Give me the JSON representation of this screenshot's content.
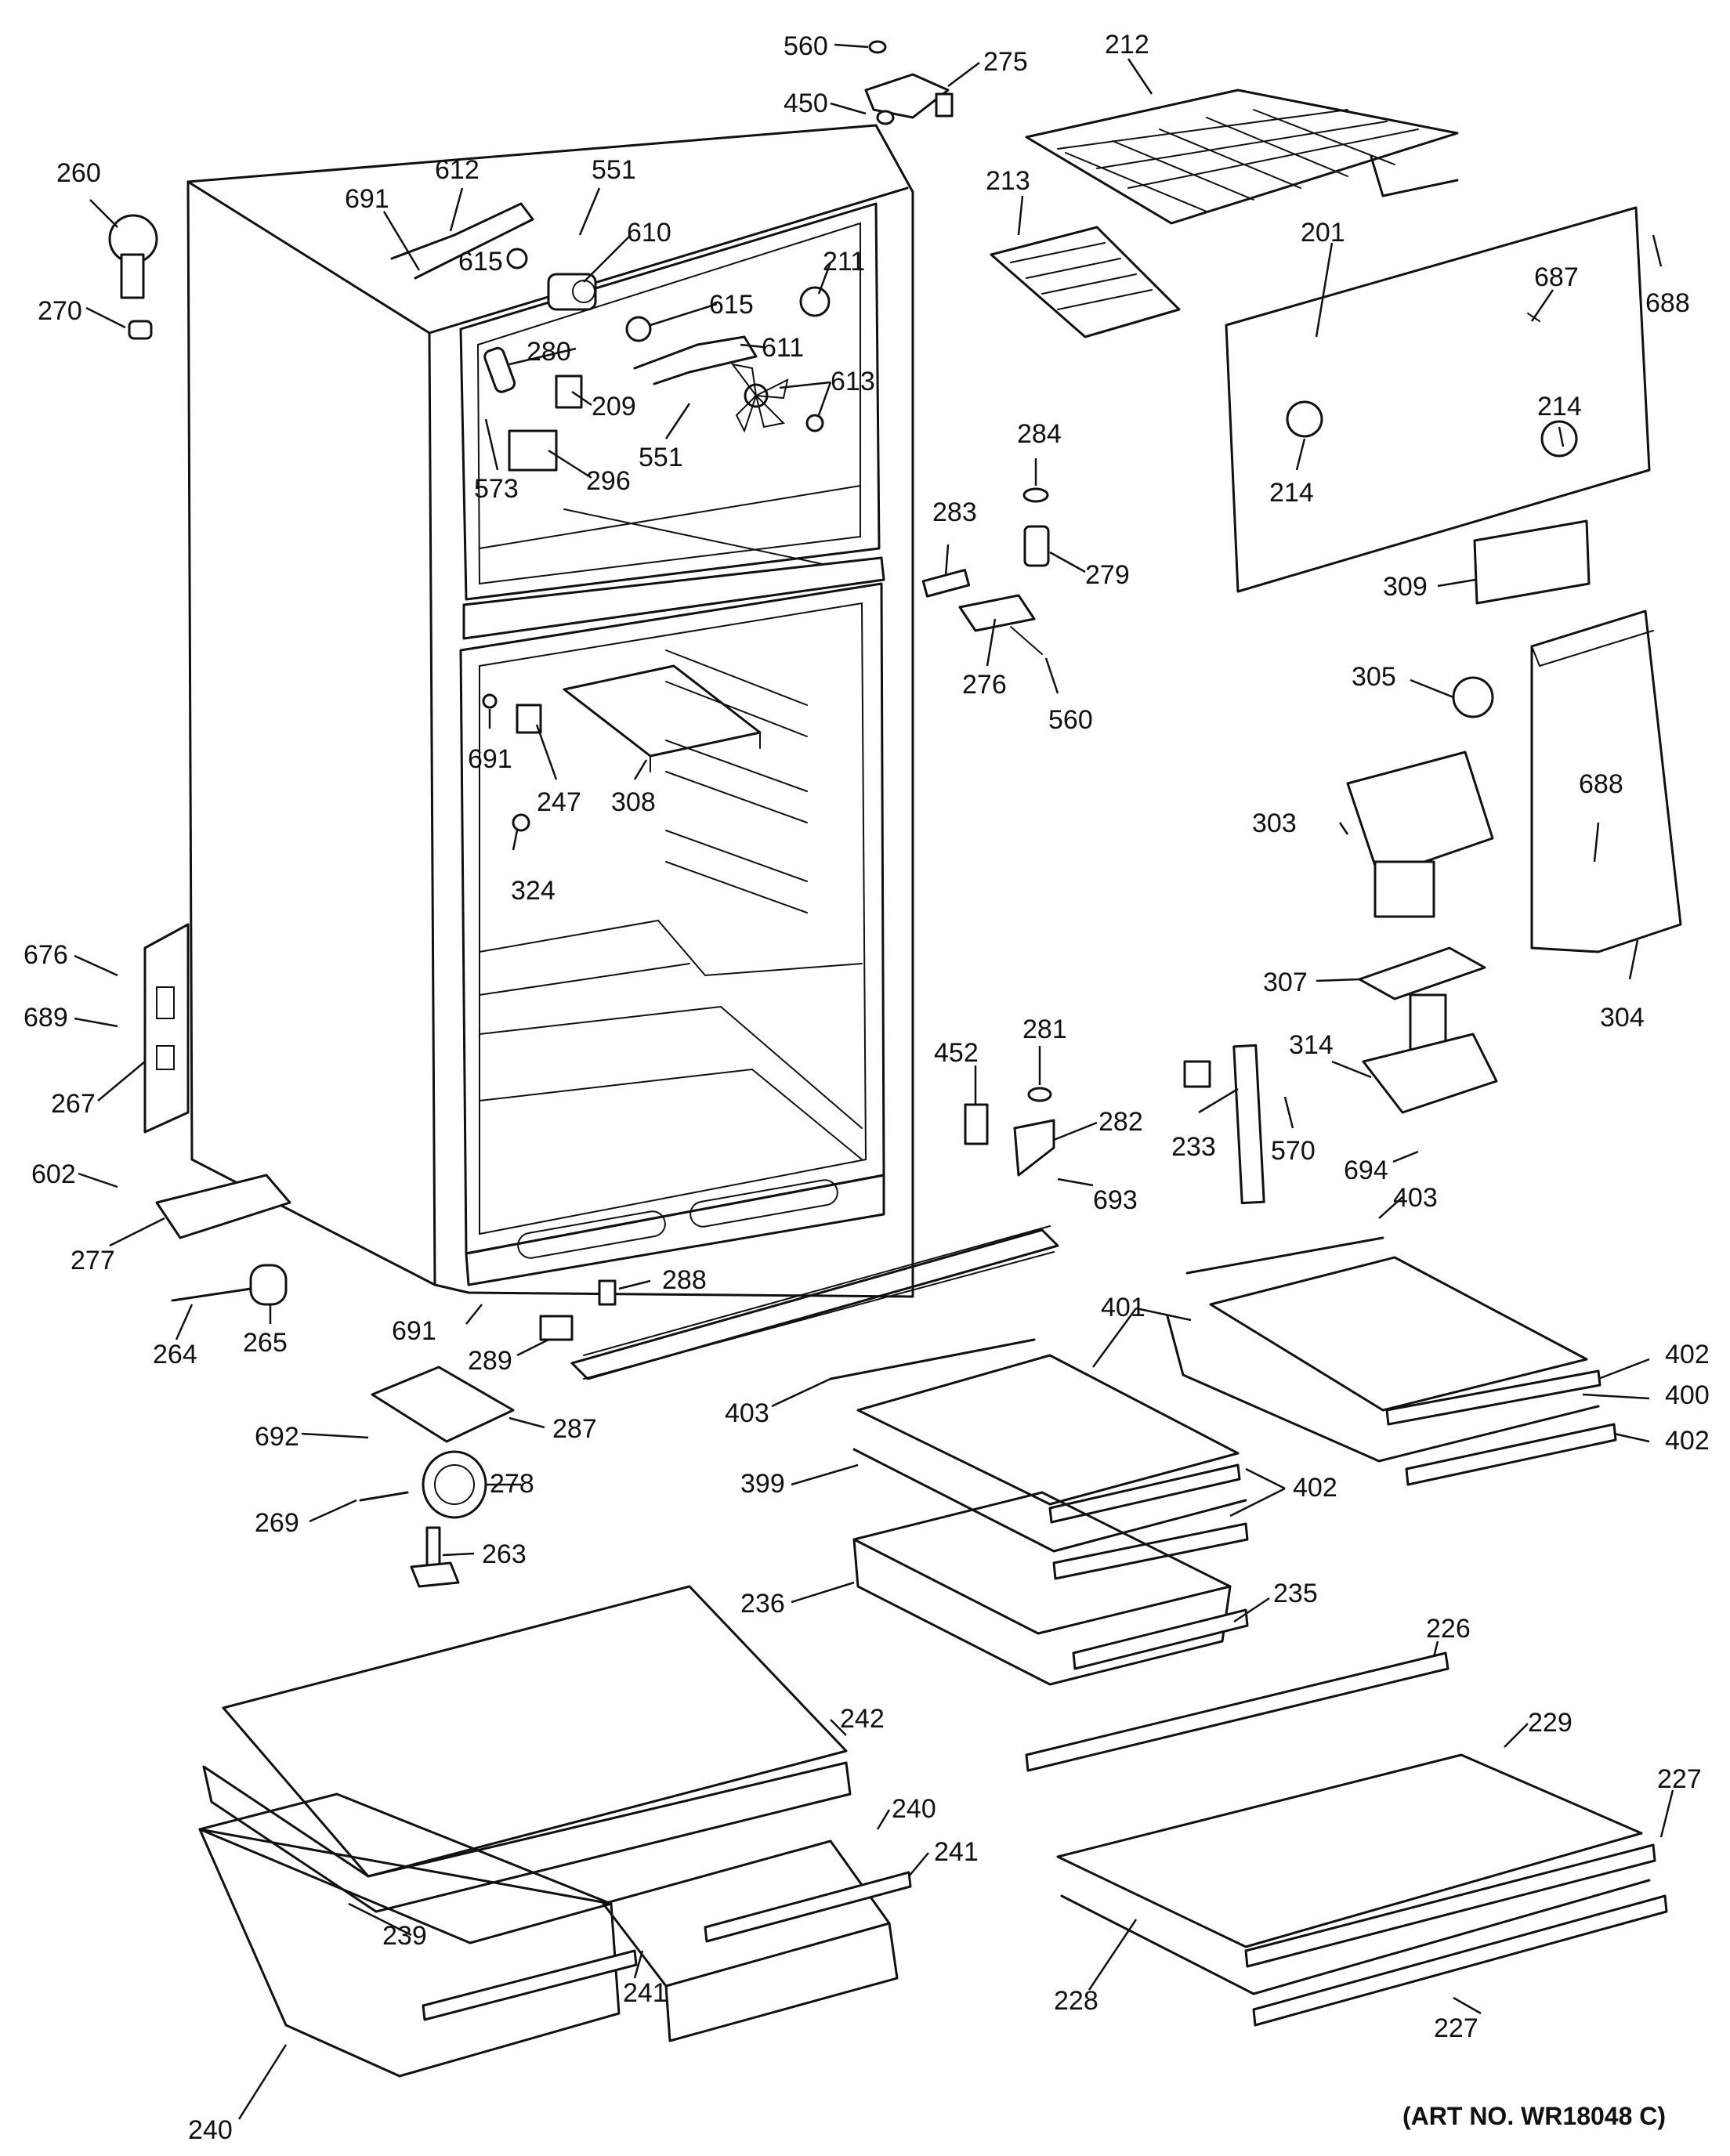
{
  "art_number": "(ART NO. WR18048 C)",
  "parts": [
    "560",
    "275",
    "450",
    "212",
    "260",
    "612",
    "551",
    "691",
    "610",
    "213",
    "615",
    "211",
    "201",
    "687",
    "688",
    "270",
    "280",
    "615",
    "611",
    "613",
    "209",
    "573",
    "296",
    "551",
    "284",
    "214",
    "214",
    "283",
    "279",
    "309",
    "276",
    "560",
    "305",
    "691",
    "247",
    "308",
    "688",
    "303",
    "324",
    "676",
    "689",
    "267",
    "307",
    "304",
    "452",
    "281",
    "314",
    "282",
    "233",
    "570",
    "694",
    "602",
    "693",
    "403",
    "277",
    "288",
    "691",
    "264",
    "265",
    "289",
    "401",
    "402",
    "403",
    "400",
    "402",
    "692",
    "287",
    "399",
    "402",
    "278",
    "269",
    "263",
    "236",
    "235",
    "226",
    "242",
    "229",
    "240",
    "227",
    "241",
    "239",
    "241",
    "228",
    "227",
    "240"
  ]
}
